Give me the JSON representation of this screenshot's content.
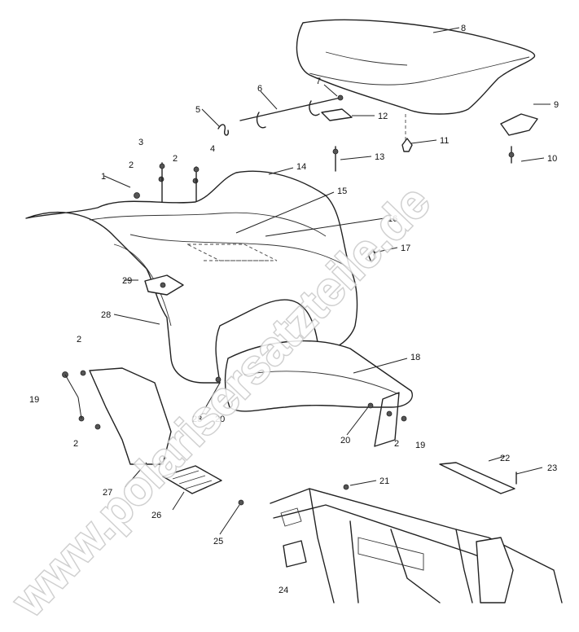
{
  "watermark": "www.polarisersatzteile.de",
  "callouts": [
    "1",
    "2",
    "3",
    "2",
    "4",
    "5",
    "6",
    "7",
    "8",
    "9",
    "10",
    "11",
    "12",
    "13",
    "14",
    "15",
    "16",
    "17",
    "29",
    "28",
    "2",
    "19",
    "2",
    "23",
    "20",
    "18",
    "20",
    "2",
    "19",
    "27",
    "26",
    "25",
    "21",
    "22",
    "23",
    "24"
  ]
}
